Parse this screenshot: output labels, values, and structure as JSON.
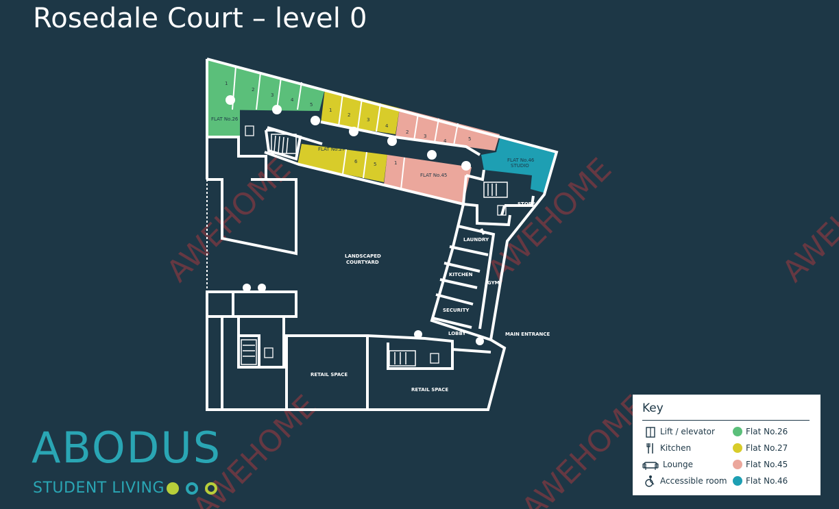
{
  "title": "Rosedale Court – level 0",
  "colors": {
    "background": "#1d3746",
    "flat26": "#5bbf7a",
    "flat27": "#d8cc2a",
    "flat45": "#eba79c",
    "flat46": "#1e9fb3",
    "watermark": "#a33a40",
    "logo": "#2aa6b4"
  },
  "flats": {
    "flat26": {
      "label": "FLAT No.26",
      "rooms": [
        "1",
        "2",
        "3",
        "4",
        "5"
      ]
    },
    "flat27": {
      "label": "FLAT No.27",
      "rooms": [
        "1",
        "2",
        "3",
        "4",
        "5",
        "6"
      ]
    },
    "flat45": {
      "label": "FLAT No.45",
      "rooms": [
        "1",
        "2",
        "3",
        "4",
        "5"
      ]
    },
    "flat46": {
      "label": "FLAT No.46",
      "sublabel": "STUDIO"
    }
  },
  "spaces": {
    "courtyard_line1": "LANDSCAPED",
    "courtyard_line2": "COURTYARD",
    "store": "STORE",
    "laundry": "LAUNDRY",
    "kitchen": "KITCHEN",
    "gym": "GYM",
    "security": "SECURITY",
    "lobby": "LOBBY",
    "main_entrance": "MAIN ENTRANCE",
    "retail_1": "RETAIL SPACE",
    "retail_2": "RETAIL SPACE"
  },
  "watermark": "AWEHOME",
  "logo": {
    "word": "ABODUS",
    "sub": "STUDENT LIVING"
  },
  "key": {
    "title": "Key",
    "lift": "Lift / elevator",
    "kitchen": "Kitchen",
    "lounge": "Lounge",
    "accessible": "Accessible room",
    "flat26": "Flat No.26",
    "flat27": "Flat No.27",
    "flat45": "Flat No.45",
    "flat46": "Flat No.46"
  }
}
